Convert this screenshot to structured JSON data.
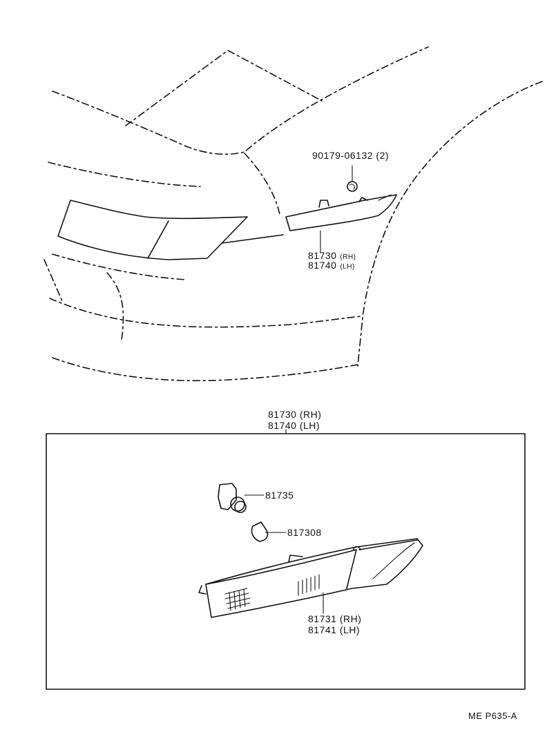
{
  "parts": {
    "bolt_number": "90179-06132",
    "bolt_qty": "(2)",
    "lamp_rh": "81730",
    "lamp_rh_side": "(RH)",
    "lamp_lh": "81740",
    "lamp_lh_side": "(LH)",
    "detail_rh": "81730 (RH)",
    "detail_lh": "81740 (LH)",
    "socket": "81735",
    "bulb": "817308",
    "lens_rh": "81731 (RH)",
    "lens_lh": "81741 (LH)"
  },
  "footer": {
    "code": "ME  P635-A"
  }
}
